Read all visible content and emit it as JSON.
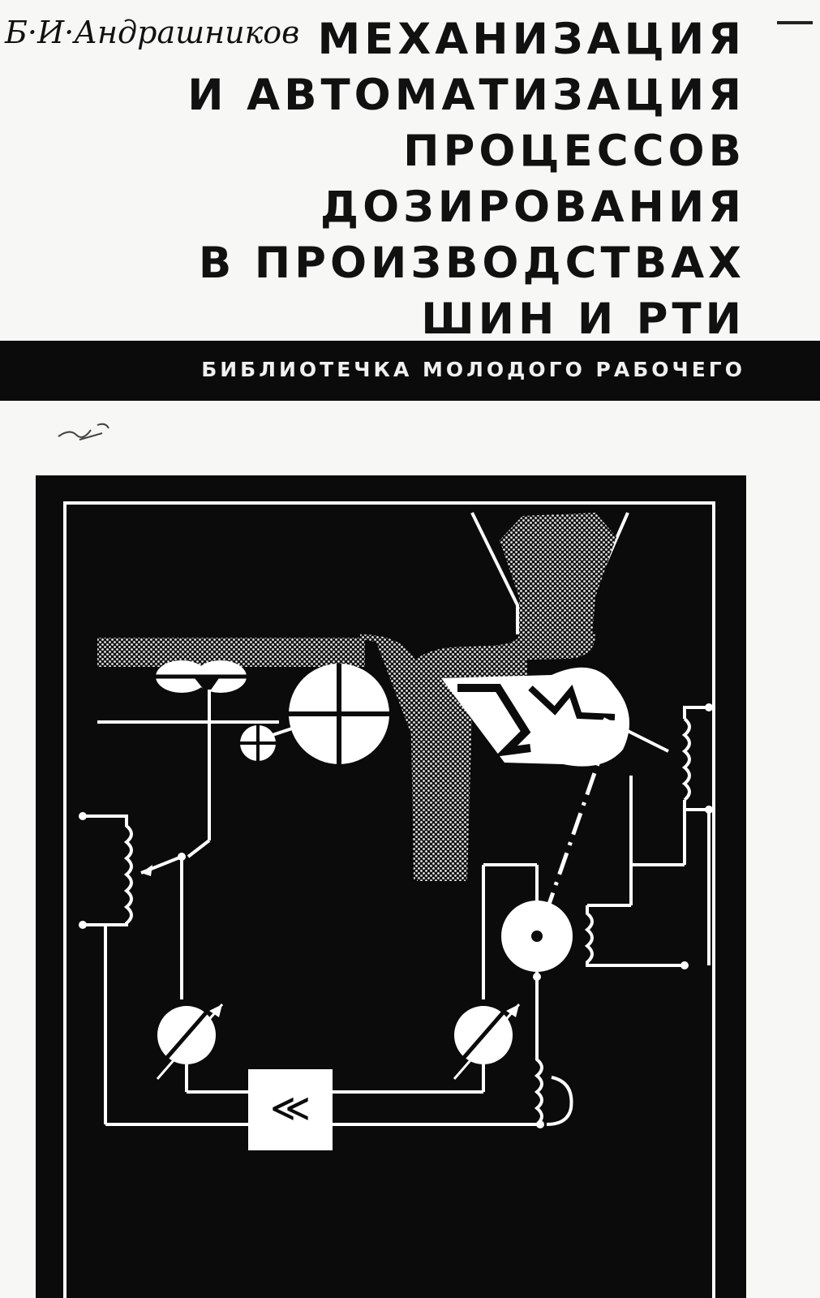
{
  "book": {
    "author": "Б·И·Андрашников",
    "title_lines": [
      "МЕХАНИЗАЦИЯ",
      "И АВТОМАТИЗАЦИЯ",
      "ПРОЦЕССОВ",
      "ДОЗИРОВАНИЯ",
      "В ПРОИЗВОДСТВАХ",
      "ШИН И РТИ"
    ],
    "series": "БИБЛИОТЕЧКА МОЛОДОГО РАБОЧЕГО"
  },
  "illustration": {
    "amplifier_symbol": "≪",
    "background_color": "#0b0b0b",
    "line_color": "#ffffff"
  }
}
